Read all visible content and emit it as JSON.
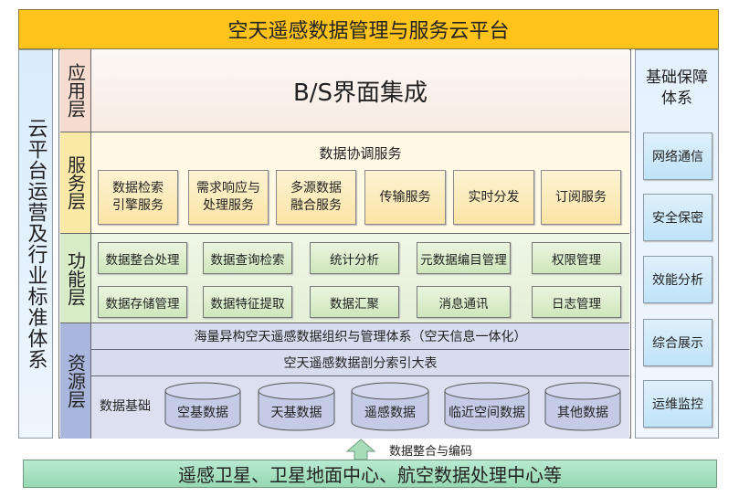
{
  "title": "空天遥感数据管理与服务云平台",
  "left_column": "云平台运营及行业标准体系",
  "layers": {
    "application": {
      "label": "应用层",
      "content": "B/S界面集成"
    },
    "service": {
      "label": "服务层",
      "header": "数据协调服务",
      "items": [
        "数据检索\n引擎服务",
        "需求响应与\n处理服务",
        "多源数据\n融合服务",
        "传输服务",
        "实时分发",
        "订阅服务"
      ]
    },
    "function": {
      "label": "功能层",
      "row1": [
        "数据整合处理",
        "数据查询检索",
        "统计分析",
        "元数据编目管理",
        "权限管理"
      ],
      "row2": [
        "数据存储管理",
        "数据特征提取",
        "数据汇聚",
        "消息通讯",
        "日志管理"
      ]
    },
    "resource": {
      "label": "资源层",
      "row1": "海量异构空天遥感数据组织与管理体系（空天信息一体化）",
      "row2": "空天遥感数据剖分索引大表",
      "base_label": "数据基础",
      "databases": [
        "空基数据",
        "天基数据",
        "遥感数据",
        "临近空间数据",
        "其他数据"
      ]
    }
  },
  "right_column": {
    "title": "基础保障\n体系",
    "items": [
      "网络通信",
      "安全保密",
      "效能分析",
      "综合展示",
      "运维监控"
    ]
  },
  "arrow_label": "数据整合与编码",
  "bottom": "遥感卫星、卫星地面中心、航空数据处理中心等",
  "colors": {
    "title": "#FFC31C",
    "bottom": "#A8E0BD"
  }
}
